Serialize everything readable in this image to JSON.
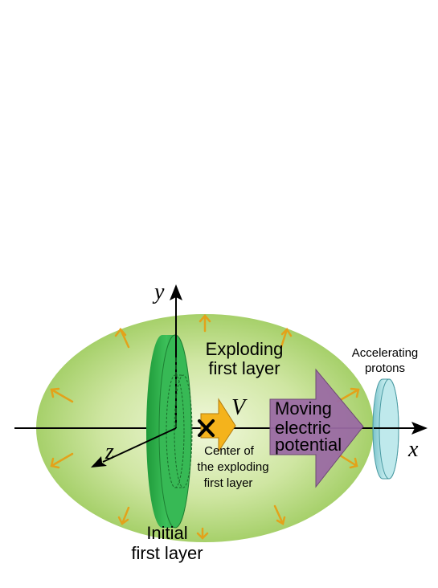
{
  "diagram": {
    "axis_y_label": "y",
    "axis_x_label": "x",
    "axis_z_label": "z",
    "velocity_label": "V",
    "exploding_layer_label": [
      "Exploding",
      "first layer"
    ],
    "accelerating_protons_label": [
      "Accelerating",
      "protons"
    ],
    "moving_potential_label": [
      "Moving",
      "electric",
      "potential"
    ],
    "center_label": [
      "Center of",
      "the exploding",
      "first layer"
    ],
    "initial_layer_label": [
      "Initial",
      "first layer"
    ]
  },
  "colors": {
    "cloud_center": "#e8f3c8",
    "cloud_edge": "#a9d36b",
    "initial_layer": "#2fb34a",
    "velocity_arrow": "#f2b21b",
    "moving_potential": "#9a6aa3",
    "protons_disk": "#a8dde0",
    "expansion_arrows": "#e3a21a"
  }
}
